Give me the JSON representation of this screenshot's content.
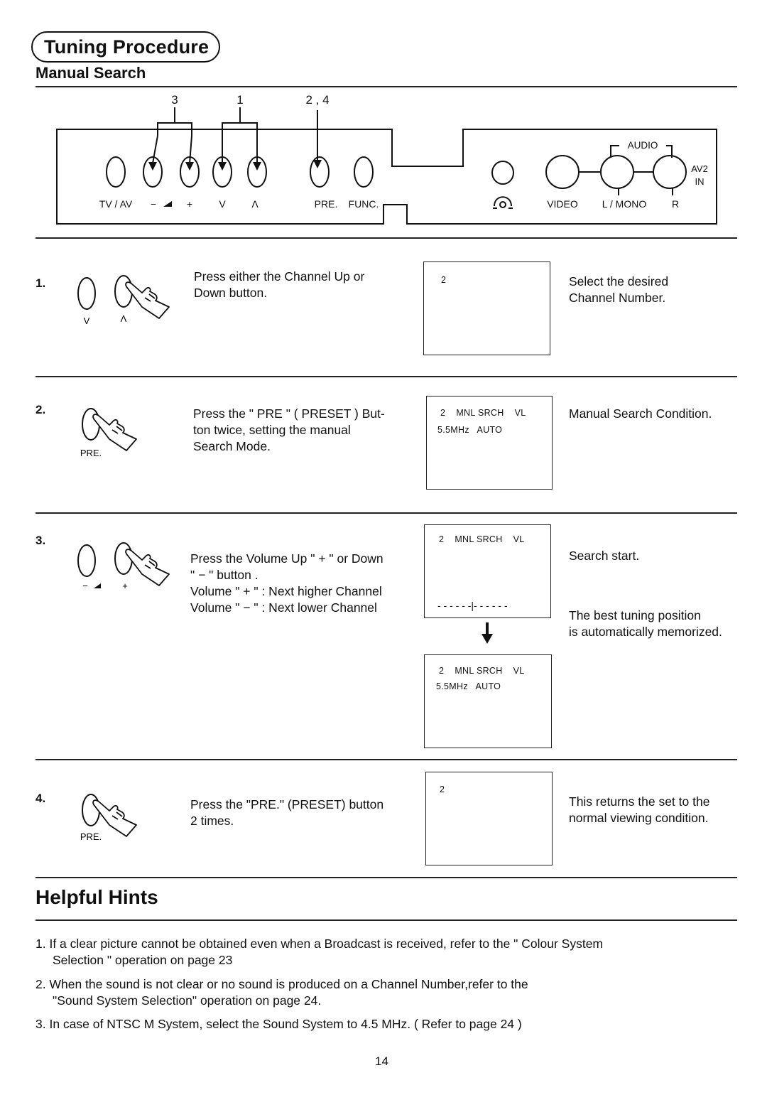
{
  "header": {
    "title": "Tuning Procedure",
    "subtitle": "Manual Search"
  },
  "panel": {
    "callouts": {
      "c3": "3",
      "c1": "1",
      "c24": "2 , 4"
    },
    "labels": {
      "tv_av": "TV / AV",
      "vol_minus": "−",
      "vol_plus": "+",
      "ch_down": "V",
      "ch_up": "Λ",
      "pre": "PRE.",
      "func": "FUNC.",
      "video": "VIDEO",
      "l_mono": "L / MONO",
      "r": "R",
      "audio": "AUDIO",
      "av2": "AV2",
      "in": "IN"
    }
  },
  "steps": [
    {
      "number": "1.",
      "button_labels": [
        "V",
        "Λ"
      ],
      "instruction": [
        "Press either the Channel Up or",
        "Down button."
      ],
      "screen": [
        "2"
      ],
      "result": [
        "Select the desired",
        "Channel Number."
      ]
    },
    {
      "number": "2.",
      "button_labels": [
        "PRE."
      ],
      "instruction": [
        "Press the \" PRE \" ( PRESET ) But-",
        "ton twice, setting the manual",
        "Search Mode."
      ],
      "screen": [
        "2    MNL SRCH    VL",
        "5.5MHz   AUTO"
      ],
      "result": [
        "Manual Search Condition."
      ]
    },
    {
      "number": "3.",
      "button_labels": [
        "−",
        "+"
      ],
      "instruction": [
        "Press the Volume Up \" + \" or Down",
        "\" − \" button .",
        "Volume \" + \" : Next higher Channel",
        "Volume \" − \"  : Next lower Channel"
      ],
      "screen": [
        "2    MNL SRCH    VL"
      ],
      "screen_bar": "- - - - - -|- - - - - -",
      "screen_after": [
        "2    MNL SRCH    VL",
        "5.5MHz   AUTO"
      ],
      "result": [
        "Search  start."
      ],
      "result2": [
        "The best tuning position",
        "is automatically memorized."
      ]
    },
    {
      "number": "4.",
      "button_labels": [
        "PRE."
      ],
      "instruction": [
        "Press the \"PRE.\" (PRESET) button",
        "2 times."
      ],
      "screen": [
        "2"
      ],
      "result": [
        "This returns the set to the",
        "normal viewing condition."
      ]
    }
  ],
  "hints": {
    "title": "Helpful Hints",
    "items": [
      [
        "1. If a clear picture cannot be obtained even when a Broadcast is received, refer to the \" Colour System",
        "Selection \" operation  on page 23"
      ],
      [
        "2. When the sound is not clear or no sound  is produced on a Channel Number,refer to the",
        "\"Sound System Selection\" operation on page 24."
      ],
      [
        "3. In case of NTSC M System, select the Sound System to 4.5 MHz. ( Refer to page 24 )"
      ]
    ]
  },
  "page_number": "14"
}
